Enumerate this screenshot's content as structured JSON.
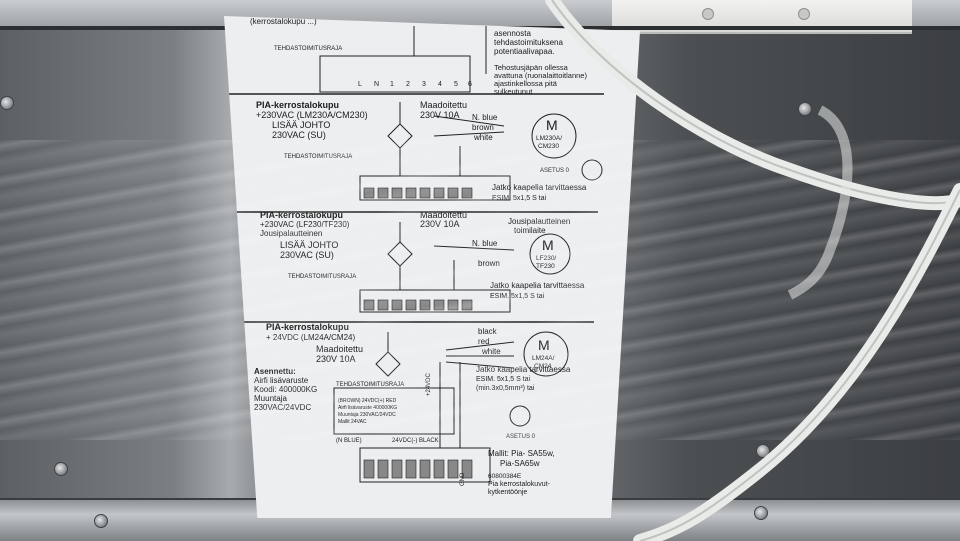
{
  "sheet": {
    "top_block": {
      "header_cut": "(kerrostalokupu ...)",
      "boundary": "TEHDASTOIMITUSRAJA",
      "terminals": [
        "L",
        "N",
        "1",
        "2",
        "3",
        "4",
        "5",
        "6"
      ],
      "note_lines": [
        "asennosta",
        "tehdastoimituksena",
        "potentiaalivapaa.",
        "",
        "Tehostusjäpän ollessa",
        "avattuna (ruonalaittoitlanne)",
        "ajastinkellossa pitä",
        "sulkeutunut"
      ]
    },
    "block1": {
      "title1": "PIA-kerrostalokupu",
      "title2": "+230VAC (LM230A/CM230)",
      "extra1": "LISÄÄ JOHTO",
      "extra2": "230VAC (SU)",
      "earthed1": "Maadoitettu",
      "earthed2": "230V 10A",
      "wire1": "N. blue",
      "wire2": "brown",
      "wire3": "white",
      "motor": "M",
      "motor_model1": "LM230A/",
      "motor_model2": "CM230",
      "setting": "ASETUS 0",
      "boundary": "TEHDASTOIMITUSRAJA",
      "ext1": "Jatko kaapelia tarvittaessa",
      "ext2": "ESIM. 5x1,5 S tai"
    },
    "block2": {
      "title1": "PIA-kerrostalokupu",
      "title2": "+230VAC (LF230/TF230)",
      "title3": "Jousipalautteinen",
      "extra1": "LISÄÄ JOHTO",
      "extra2": "230VAC (SU)",
      "earthed1": "Maadoitettu",
      "earthed2": "230V 10A",
      "spring1": "Jousipalautteinen",
      "spring2": "toimilaite",
      "wire1": "N. blue",
      "wire2": "brown",
      "motor": "M",
      "motor_model1": "LF230/",
      "motor_model2": "TF230",
      "boundary": "TEHDASTOIMITUSRAJA",
      "ext1": "Jatko kaapelia tarvittaessa",
      "ext2": "ESIM. 5x1,5 S tai"
    },
    "block3": {
      "title1": "PIA-kerrostalokupu",
      "title2": "+ 24VDC (LM24A/CM24)",
      "earthed1": "Maadoitettu",
      "earthed2": "230V 10A",
      "installed": [
        "Asennettu:",
        "Airfi lisävaruste",
        "Koodi: 400000KG",
        "Muuntaja",
        "230VAC/24VDC"
      ],
      "wire1": "black",
      "wire2": "red",
      "wire3": "white",
      "motor": "M",
      "motor_model1": "LM24A/",
      "motor_model2": "CM24",
      "boundary": "TEHDASTOIMITUSRAJA",
      "ext1": "Jatko kaapelia tarvittaessa",
      "ext2": "ESIM. 5x1,5 S tai",
      "ext3": "(min.3x0,5mm²) tai",
      "setting": "ASETUS 0",
      "box_lines": [
        "(BROWN)       24VDC(+) RED",
        "Airfi lisävaruste 400000KG",
        "Muuntaja 230VAC/24VDC",
        "Mallit 24VAC"
      ],
      "neutral": "(N BLUE)",
      "dc": "24VDC(-) BLACK",
      "plus": "+24VDC",
      "gnd": "GND"
    },
    "footer": {
      "models1": "Mallit: Pia- SA55w,",
      "models2": "Pia-SA65w",
      "code": "60800384E",
      "desc1": "Pia kerrostalokuvut-",
      "desc2": "kytkentöönje"
    }
  }
}
